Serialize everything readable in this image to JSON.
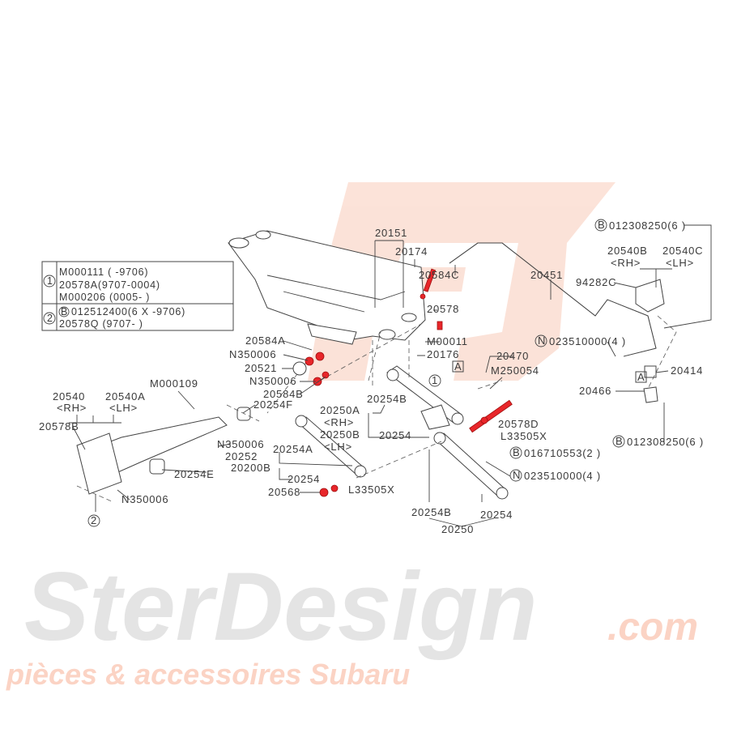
{
  "watermark": {
    "brand": "SterDesign",
    "domain": ".com",
    "tagline": "pièces & accessoires Subaru",
    "brand_color": "#e6e6e6",
    "accent_color": "#fbd9cc"
  },
  "colors": {
    "highlight": "#e8262a",
    "line": "#444444"
  },
  "legend_table": {
    "rows": [
      {
        "marker": "1",
        "lines": [
          "M000111 (        -9706)",
          "20578A(9707-0004)",
          "M000206 (0005-      )"
        ]
      },
      {
        "marker": "2",
        "prefix": "B",
        "lines": [
          "012512400(6  X        -9706)",
          "20578Q                   (9707-       )"
        ]
      }
    ]
  },
  "labels": {
    "p20151": "20151",
    "p20174": "20174",
    "p20584C": "20584C",
    "p20578": "20578",
    "pM00011": "M00011",
    "p20176": "20176",
    "p20451": "20451",
    "bolt_top": "012308250(6  )",
    "p20540B": "20540B",
    "p20540C": "20540C",
    "rh": "<RH>",
    "lh": "<LH>",
    "p94282C": "94282C",
    "nut_top": "023510000(4  )",
    "p20414": "20414",
    "p20466": "20466",
    "box_a": "A",
    "p20470": "20470",
    "pM250054": "M250054",
    "p20578D": "20578D",
    "pL33505X": "L33505X",
    "bolt_mid": "016710553(2  )",
    "bolt_bot": "012308250(6  )",
    "nut_bot": "023510000(4  )",
    "p20584A": "20584A",
    "pN350006": "N350006",
    "p20521": "20521",
    "p20584B": "20584B",
    "p20254F": "20254F",
    "p20250A": "20250A",
    "p20250B": "20250B",
    "p20254B": "20254B",
    "p20254": "20254",
    "p20254A": "20254A",
    "p20568": "20568",
    "p20200B": "20200B",
    "p20252": "20252",
    "p20254E": "20254E",
    "pM000109": "M000109",
    "p20540": "20540",
    "p20540A": "20540A",
    "p20578B": "20578B",
    "p20250": "20250",
    "ref1": "1",
    "ref2": "2",
    "circ_B": "B",
    "circ_N": "N"
  }
}
